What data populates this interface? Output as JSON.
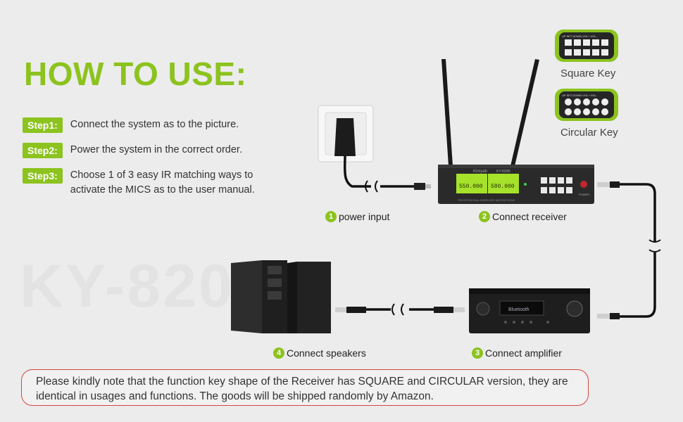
{
  "title": "HOW TO USE:",
  "watermark": "KY-820",
  "steps": [
    {
      "badge": "Step1:",
      "text": "Connect the system as to the picture."
    },
    {
      "badge": "Step2:",
      "text": "Power the system in the correct order."
    },
    {
      "badge": "Step3:",
      "text": "Choose 1 of 3 easy IR matching ways to activate the MICS as to the user manual."
    }
  ],
  "labels": {
    "power": {
      "num": "1",
      "text": "power input"
    },
    "receiver": {
      "num": "2",
      "text": "Connect  receiver"
    },
    "amplifier": {
      "num": "3",
      "text": "Connect  amplifier"
    },
    "speakers": {
      "num": "4",
      "text": "Connect speakers"
    }
  },
  "keys": {
    "square": "Square Key",
    "circular": "Circular Key",
    "key_header": "UP  SET  DOWN VOL+  VOL-"
  },
  "receiver": {
    "brand": "Kimyah",
    "model": "KY-820B",
    "freq_a": "550.000",
    "freq_b": "580.000",
    "tagline": "PROFESSIONAL WIRELESS MICROPHONE",
    "power_label": "POWER"
  },
  "amplifier": {
    "display": "Bluetooth"
  },
  "note": "Please kindly note that the function key shape of the Receiver has SQUARE and CIRCULAR version, they are identical in usages and functions. The goods will be shipped randomly by Amazon.",
  "colors": {
    "accent": "#8cc31e",
    "note_border": "#d3463d"
  }
}
